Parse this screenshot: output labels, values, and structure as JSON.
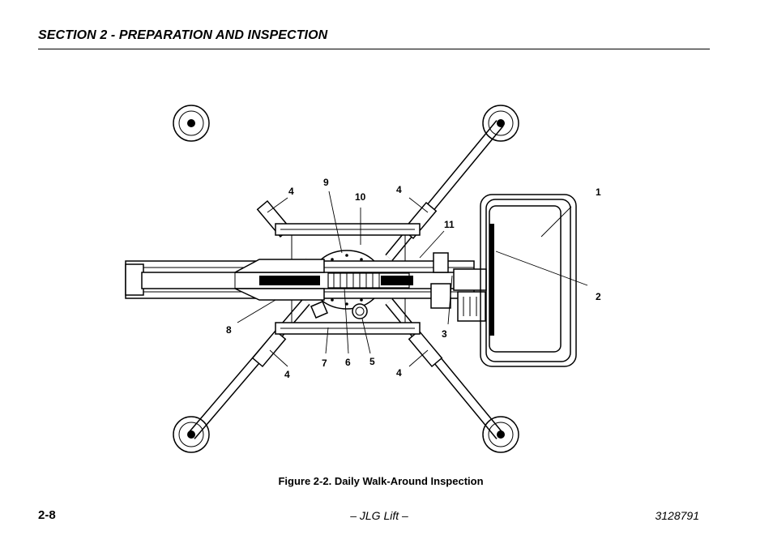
{
  "header": {
    "section_title": "SECTION 2 - PREPARATION AND INSPECTION"
  },
  "figure": {
    "caption": "Figure 2-2. Daily Walk-Around Inspection",
    "callouts": {
      "c1": "1",
      "c2": "2",
      "c3": "3",
      "c4a": "4",
      "c4b": "4",
      "c4c": "4",
      "c4d": "4",
      "c5": "5",
      "c6": "6",
      "c7": "7",
      "c8": "8",
      "c9": "9",
      "c10": "10",
      "c11": "11"
    }
  },
  "footer": {
    "page_number": "2-8",
    "center_text": "– JLG Lift –",
    "document_number": "3128791"
  }
}
